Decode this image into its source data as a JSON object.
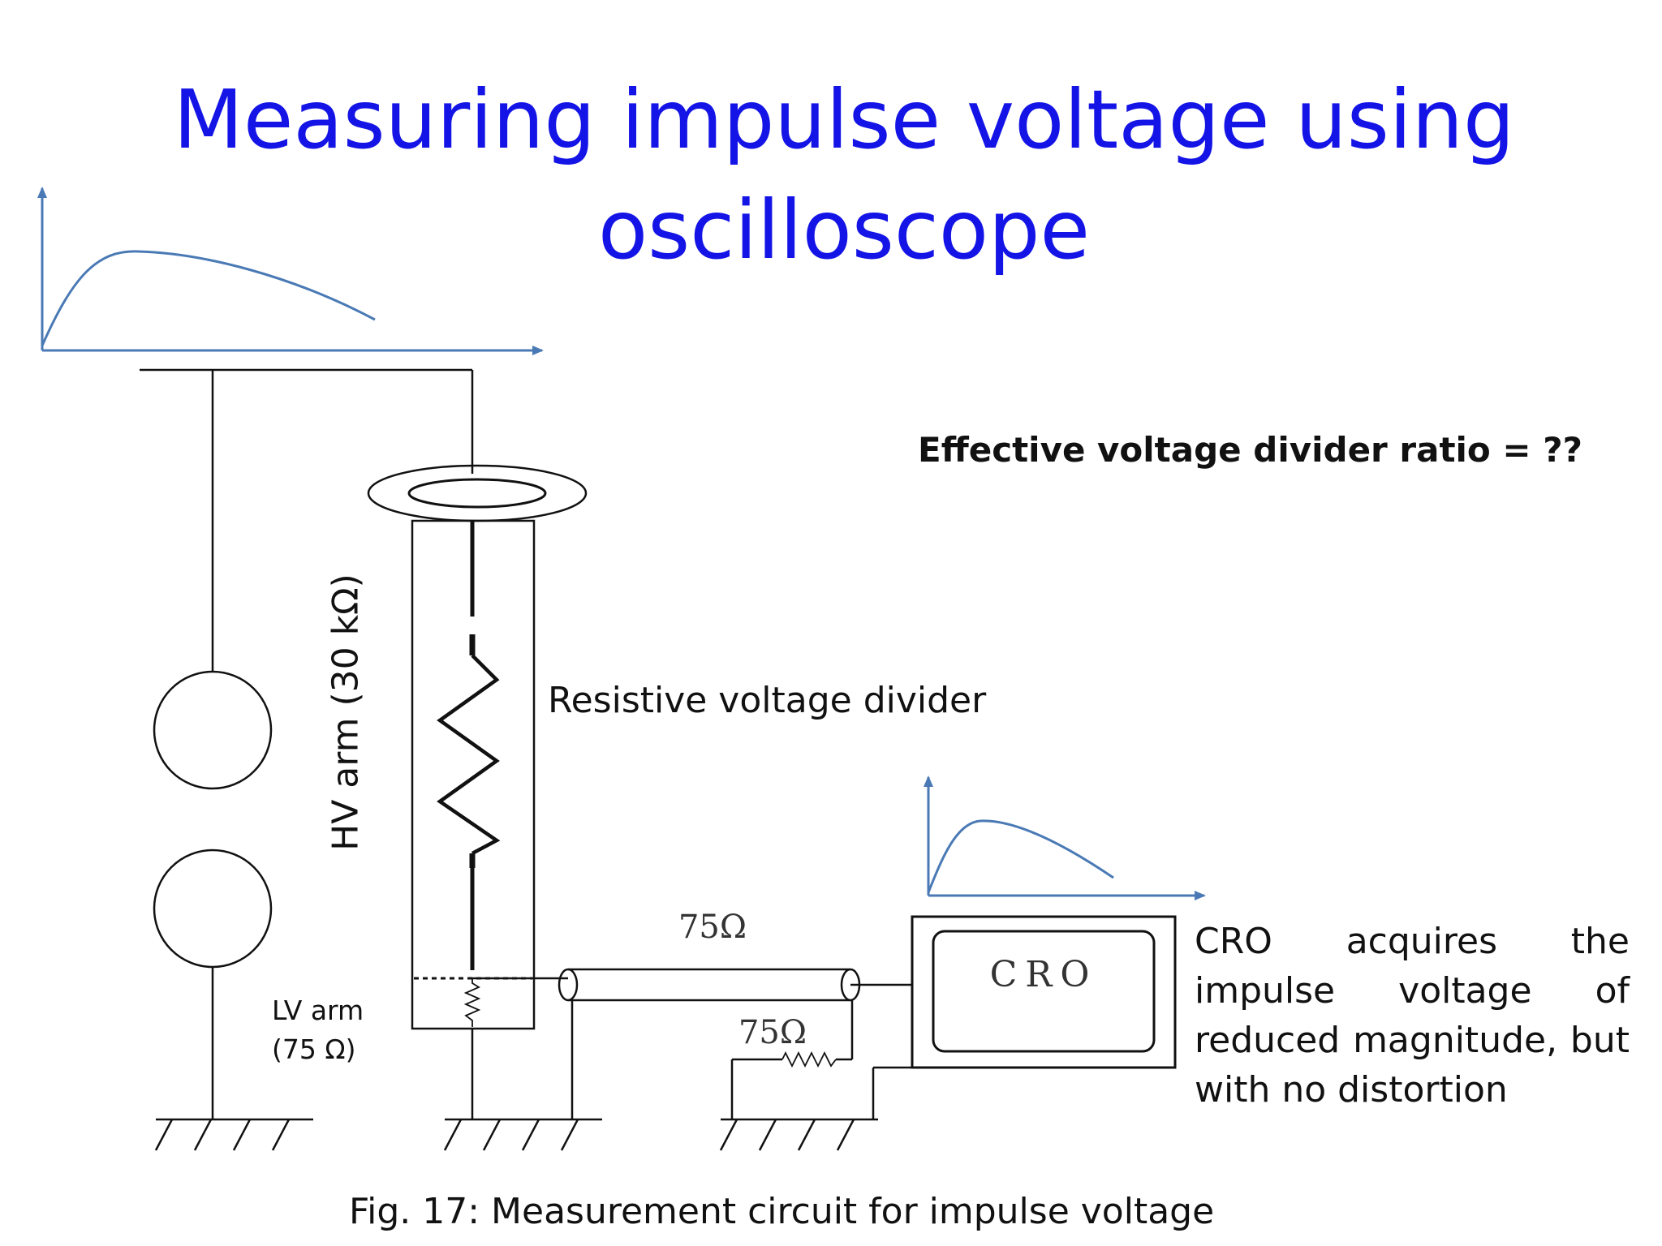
{
  "title": {
    "line1": "Measuring impulse voltage using",
    "line2": "oscilloscope"
  },
  "colors": {
    "title": "#1414e6",
    "waveform": "#4a7ab5",
    "circuit": "#111111"
  },
  "labels": {
    "ratio_question": "Effective voltage divider ratio = ??",
    "divider": "Resistive voltage divider",
    "hv_arm": "HV arm (30 kΩ)",
    "lv_arm_line1": "LV arm",
    "lv_arm_line2": "(75 Ω)",
    "cable_impedance": "75Ω",
    "termination_impedance": "75Ω",
    "cro": "CRO",
    "cro_description": "CRO acquires the impulse voltage of reduced magnitude, but with no distortion",
    "caption": "Fig. 17: Measurement circuit for impulse voltage"
  },
  "icons": {
    "input_waveform": "impulse-waveform-icon",
    "output_waveform": "impulse-waveform-icon",
    "sphere_gap": "sphere-gap-icon",
    "ground": "ground-symbol-icon",
    "resistor": "resistor-zigzag-icon",
    "coax": "coaxial-cable-icon"
  }
}
